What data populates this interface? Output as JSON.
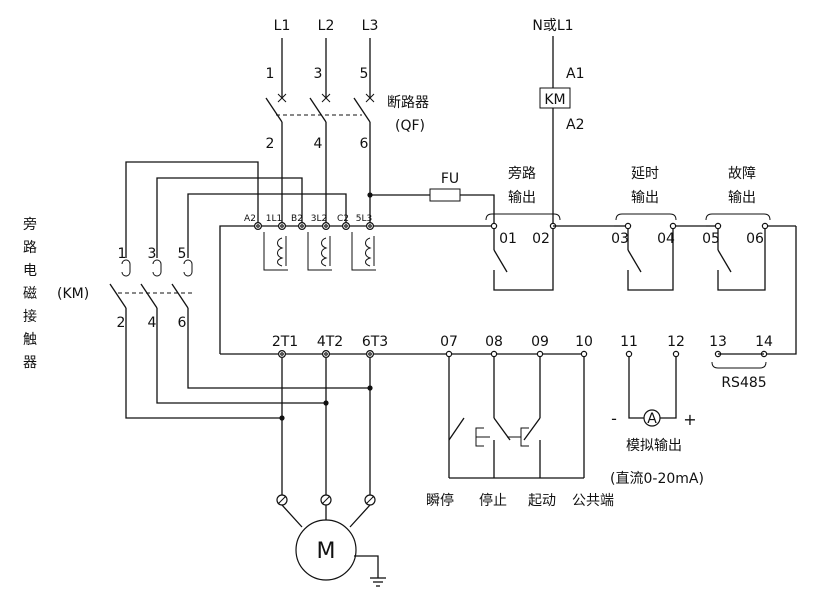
{
  "phases": [
    "L1",
    "L2",
    "L3"
  ],
  "breaker": {
    "line_terms": [
      "1",
      "3",
      "5"
    ],
    "load_terms": [
      "2",
      "4",
      "6"
    ],
    "name": "断路器",
    "code": "(QF)"
  },
  "neutral_label": "N或L1",
  "coil": {
    "label": "KM",
    "a1": "A1",
    "a2": "A2"
  },
  "fuse_label": "FU",
  "starter_terms": [
    "A2",
    "1L1",
    "B2",
    "3L2",
    "C2",
    "5L3"
  ],
  "bypass_contactor": {
    "name_chars": [
      "旁",
      "路",
      "电",
      "磁",
      "接",
      "触",
      "器"
    ],
    "code": "(KM)",
    "top_terms": [
      "1",
      "3",
      "5"
    ],
    "bottom_terms": [
      "2",
      "4",
      "6"
    ]
  },
  "outputs": [
    {
      "title1": "旁路",
      "title2": "输出",
      "t1": "01",
      "t2": "02"
    },
    {
      "title1": "延时",
      "title2": "输出",
      "t1": "03",
      "t2": "04"
    },
    {
      "title1": "故障",
      "title2": "输出",
      "t1": "05",
      "t2": "06"
    }
  ],
  "motor_terms": [
    "2T1",
    "4T2",
    "6T3"
  ],
  "control_terms": [
    "07",
    "08",
    "09",
    "10",
    "11",
    "12",
    "13",
    "14"
  ],
  "control_labels": [
    "瞬停",
    "停止",
    "起动",
    "公共端"
  ],
  "analog": {
    "minus": "-",
    "plus": "+",
    "meter": "A",
    "label": "模拟输出",
    "range": "(直流0-20mA)"
  },
  "comm_label": "RS485",
  "motor_label": "M"
}
